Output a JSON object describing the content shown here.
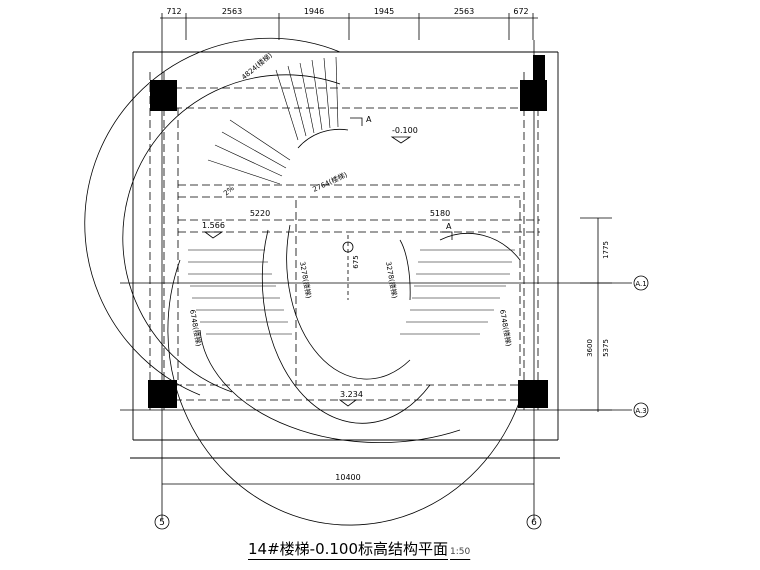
{
  "title": "14#楼梯-0.100标高结构平面",
  "scale": "1:50",
  "top_dims": [
    "712",
    "2563",
    "1946",
    "1945",
    "2563",
    "672"
  ],
  "bottom_dim": "10400",
  "right_dims": [
    "1775",
    "5375",
    "3600"
  ],
  "beam_spans": [
    "5220",
    "5180"
  ],
  "axes": {
    "col_left": "5",
    "col_right": "6",
    "row_top": "A.1",
    "row_bottom": "A.3"
  },
  "levels": {
    "top": "-0.100",
    "left": "1.566",
    "bottom": "3.234"
  },
  "section_mark": "A",
  "small_dim": "675",
  "stair_labels": {
    "top_outer": "4824(楼梯)",
    "top_inner": "2764(楼梯)",
    "left_inner": "3278(楼梯)",
    "left_outer": "6748(楼梯)",
    "right_inner": "3278(楼梯)",
    "right_outer": "6748(楼梯)",
    "slope": "2%"
  }
}
